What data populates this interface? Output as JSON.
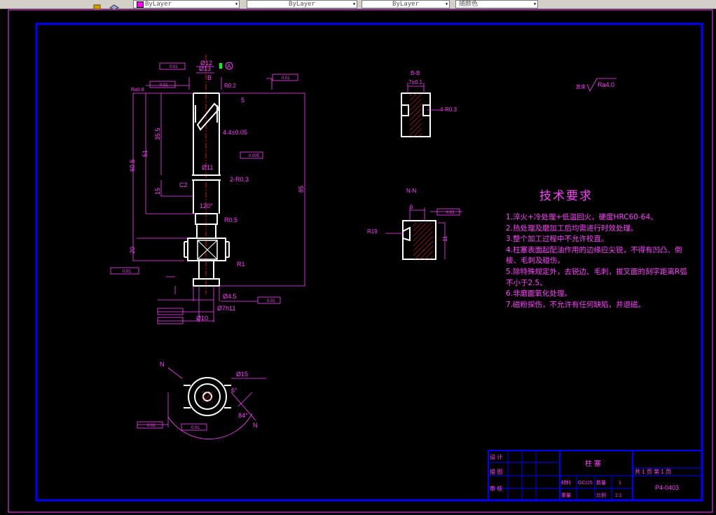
{
  "toolbar": {
    "layer_value": "ByLayer",
    "linetype_value": "ByLayer",
    "lineweight_value": "ByLayer",
    "plotstyle_value": "随颜色"
  },
  "colors": {
    "background": "#000000",
    "frame": "#0000ff",
    "annotation": "#ff40ff",
    "outline": "#ffffff",
    "hatch": "#ff2020",
    "datum": "#00ff00"
  },
  "drawing": {
    "datum_label": "A",
    "dims": {
      "d12": "Ø12",
      "d13": "Ø13",
      "b": "B",
      "r02": "R0.2",
      "ra08": "Ra0.8",
      "tol001": "0.01",
      "d5": "5",
      "d44": "4.4±0.05",
      "d605": "60.5",
      "d51": "51",
      "d355": "35.5",
      "d15": "15",
      "d11": "Ø11",
      "c2": "C2",
      "r03": "2-R0.3",
      "d85": "85",
      "angle120": "120°",
      "r05": "R0.5",
      "d20": "20",
      "r1": "R1",
      "d45": "Ø4.5",
      "d7": "Ø7h11",
      "d10": "Ø10",
      "tol0005": "0.005"
    },
    "section_bb": {
      "label": "B-B",
      "width": "7±0.1",
      "radius": "4-R0.3"
    },
    "section_nn": {
      "label": "N-N",
      "radius": "R19",
      "dim6": "6",
      "dim11": "11",
      "tol": "0.01"
    },
    "roughness": {
      "text": "其余",
      "value": "Ra4.0"
    },
    "bottom_view": {
      "n_top": "N",
      "n_bottom": "N",
      "d15": "Ø15",
      "angle6": "6°",
      "angle84": "84°",
      "tol002": "0.02",
      "tol001": "0.01"
    }
  },
  "tech_requirements": {
    "title": "技术要求",
    "items": [
      "1.淬火+冷处理+低温回火，硬度HRC60-64。",
      "2.热处理及磨加工后均需进行时效处理。",
      "3.整个加工过程中不允许校直。",
      "4.柱塞表面起配油作用的边缘应尖锐，不得有凹凸、倒棱、毛刺及碰伤。",
      "5.除特殊规定外，去锐边、毛刺，拔叉面的刻字距离R弧不小于2.5。",
      "6.非磨面氧化处理。",
      "7.磁粉探伤，不允许有任何缺陷，并退磁。"
    ]
  },
  "title_block": {
    "design": "设 计",
    "drawing": "描 图",
    "review": "审 核",
    "part_name": "柱 塞",
    "material_label": "材料",
    "material": "GCr15",
    "qty_label": "数量",
    "qty": "1",
    "weight_label": "重量",
    "scale_label": "比例",
    "scale": "1:1",
    "sheets": "共 1 页 第 1 页",
    "drawing_no": "P4-0403"
  }
}
